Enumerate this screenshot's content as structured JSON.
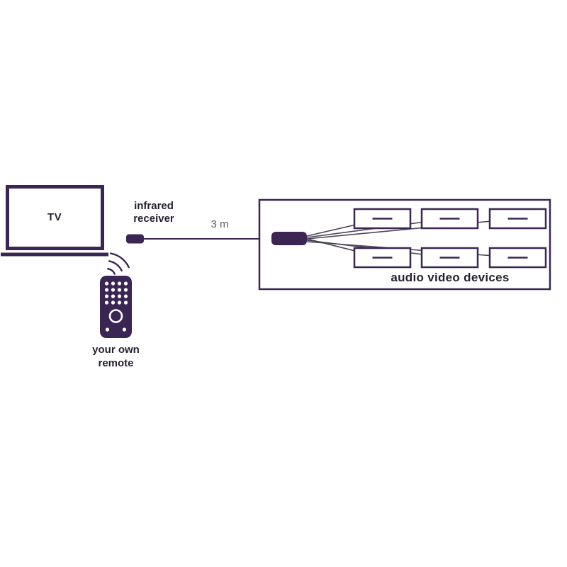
{
  "labels": {
    "tv": "TV",
    "infrared_line1": "infrared",
    "infrared_line2": "receiver",
    "distance": "3 m",
    "devices": "audio video devices",
    "remote_line1": "your own",
    "remote_line2": "remote"
  },
  "diagram": {
    "type": "connection-diagram",
    "description_elements": [
      "tv",
      "infrared-receiver",
      "3m-cable",
      "ir-hub",
      "audio-video-devices",
      "remote-control",
      "ir-signal-waves"
    ],
    "device_count": 6,
    "colors": {
      "purple": "#3b2653",
      "cable": "#4b4456",
      "label_text": "#272130",
      "distance_gray": "#5c5c66",
      "background": "#ffffff"
    },
    "icons": {
      "tv": "tv-icon",
      "infrared_receiver": "ir-receiver-icon",
      "hub": "ir-transmitter-hub-icon",
      "device": "av-device-icon",
      "remote": "remote-control-icon",
      "signal": "ir-signal-waves-icon"
    }
  }
}
